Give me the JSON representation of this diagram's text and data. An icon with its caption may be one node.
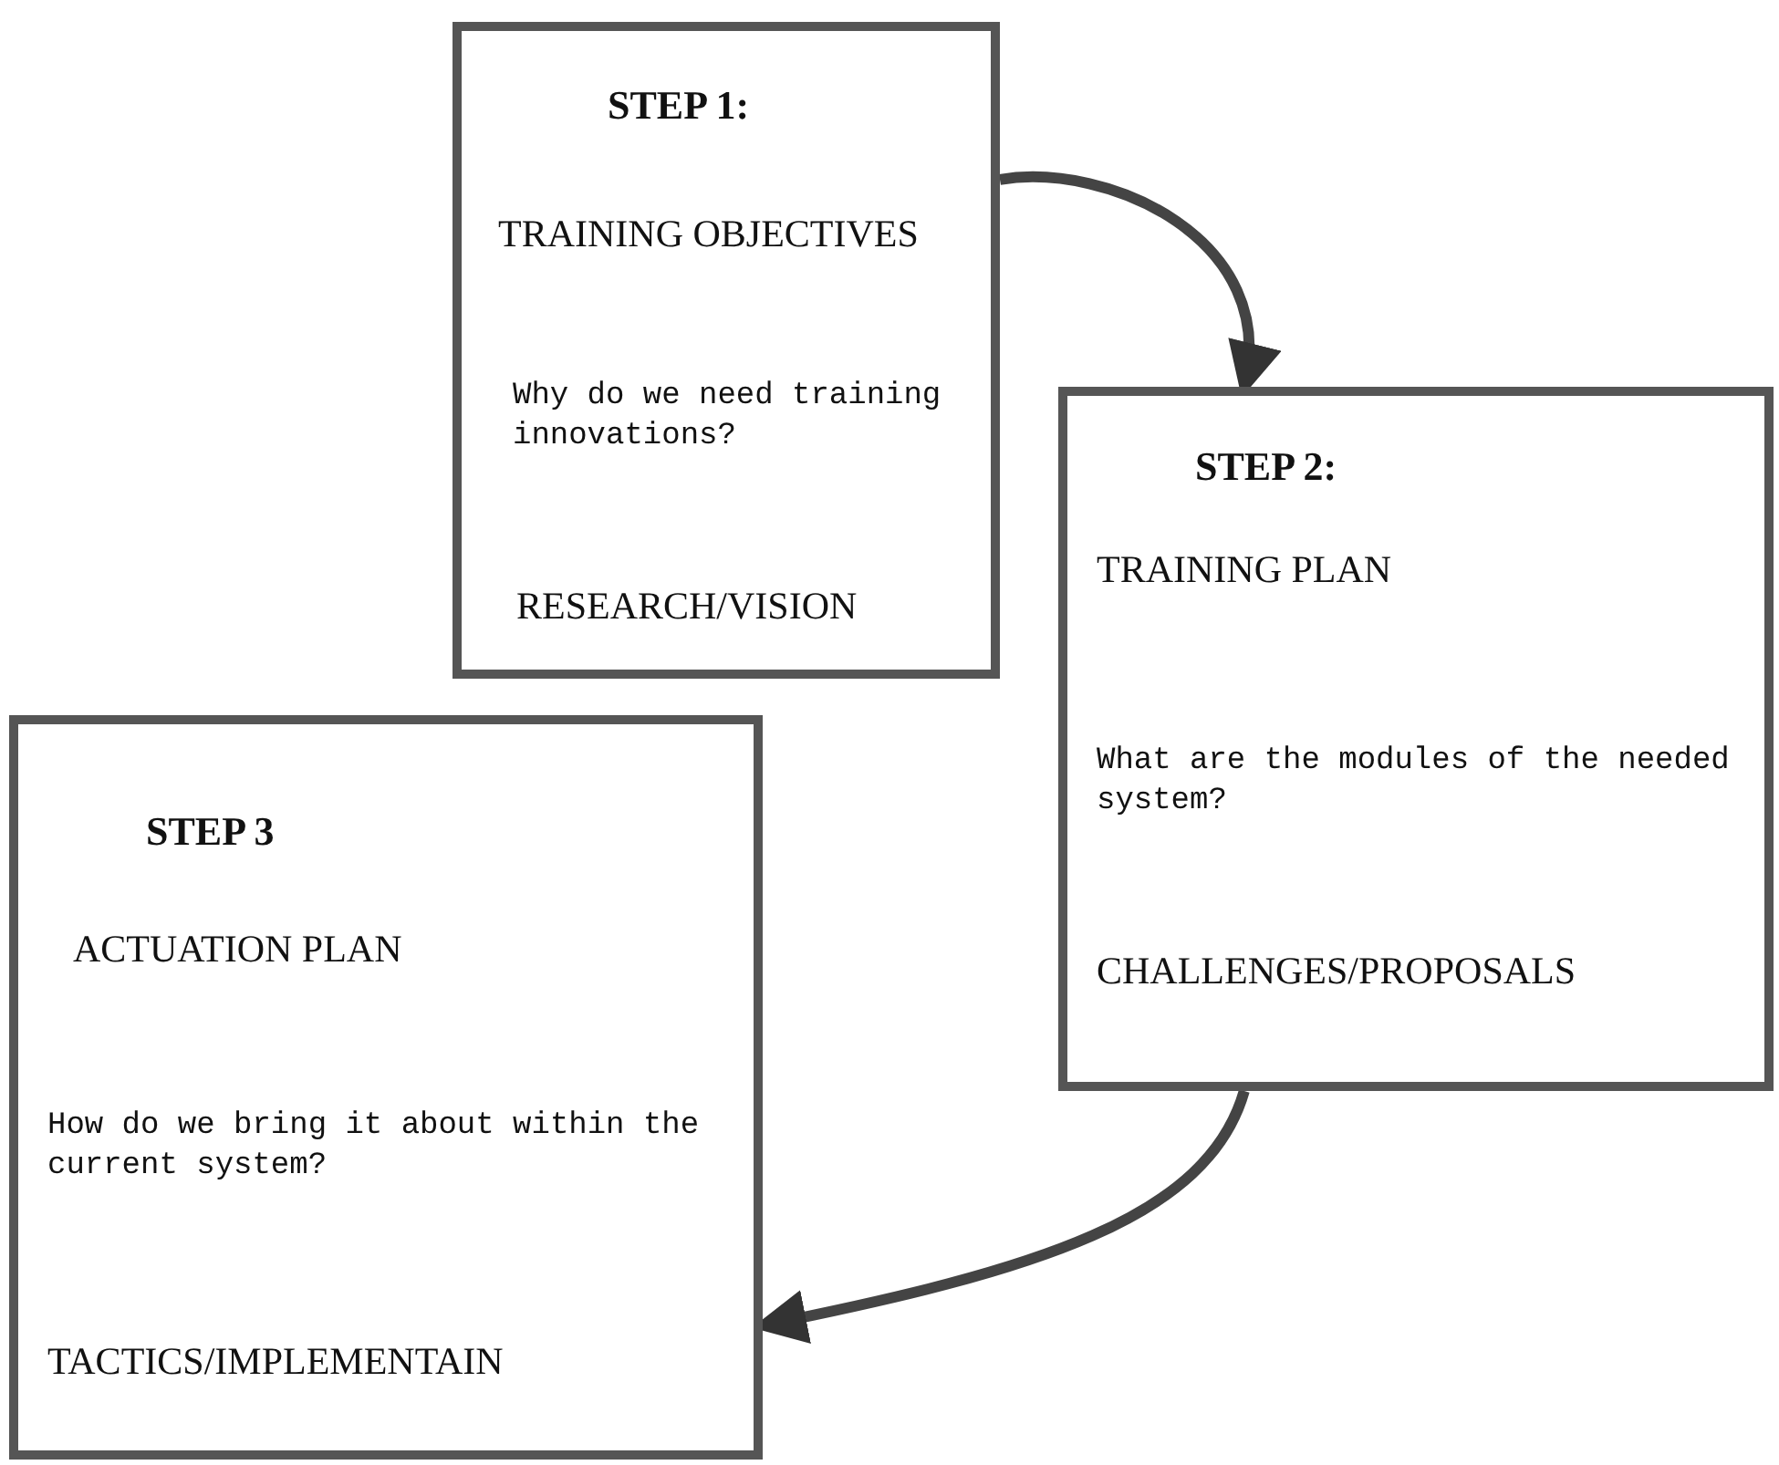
{
  "diagram": {
    "nodes": [
      {
        "text": [
          "STEP 1:",
          "TRAINING OBJECTIVES",
          "Why do we need training innovations?",
          "RESEARCH/VISION"
        ]
      },
      {
        "text": [
          "STEP 2:",
          "TRAINING PLAN",
          "What are the modules of the needed system?",
          "CHALLENGES/PROPOSALS"
        ]
      },
      {
        "text": [
          "STEP 3",
          "ACTUATION PLAN",
          "How do we bring it about within the current system?",
          "TACTICS/IMPLEMENTAIN"
        ]
      }
    ],
    "edges": [
      {
        "from": 0,
        "to": 1,
        "arrow": "to"
      },
      {
        "from": 1,
        "to": 2,
        "arrow": "to"
      }
    ]
  }
}
